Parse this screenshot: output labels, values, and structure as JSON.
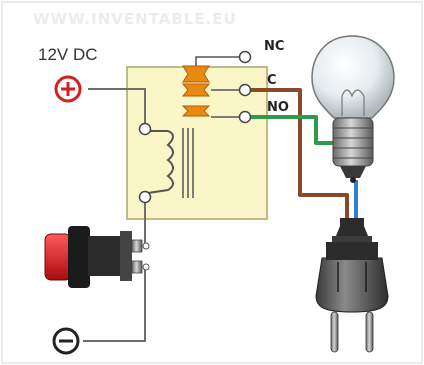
{
  "watermark": "WWW.INVENTABLE.EU",
  "supply": {
    "label": "12V DC"
  },
  "terminals": {
    "nc": "NC",
    "c": "C",
    "no": "NO"
  },
  "colors": {
    "positive": "#d42020",
    "negative": "#222222",
    "relay_body": "#fbf6c8",
    "relay_border": "#a9a66a",
    "contact": "#e88a12",
    "wire_brown": "#8a4a2a",
    "wire_green": "#2f9a4e",
    "wire_blue": "#2f7fd6",
    "wire_gray": "#6e6e6e"
  },
  "icons": [
    "plus-terminal-icon",
    "minus-terminal-icon",
    "relay-coil-icon",
    "light-bulb-icon",
    "push-button-icon",
    "power-plug-icon"
  ]
}
